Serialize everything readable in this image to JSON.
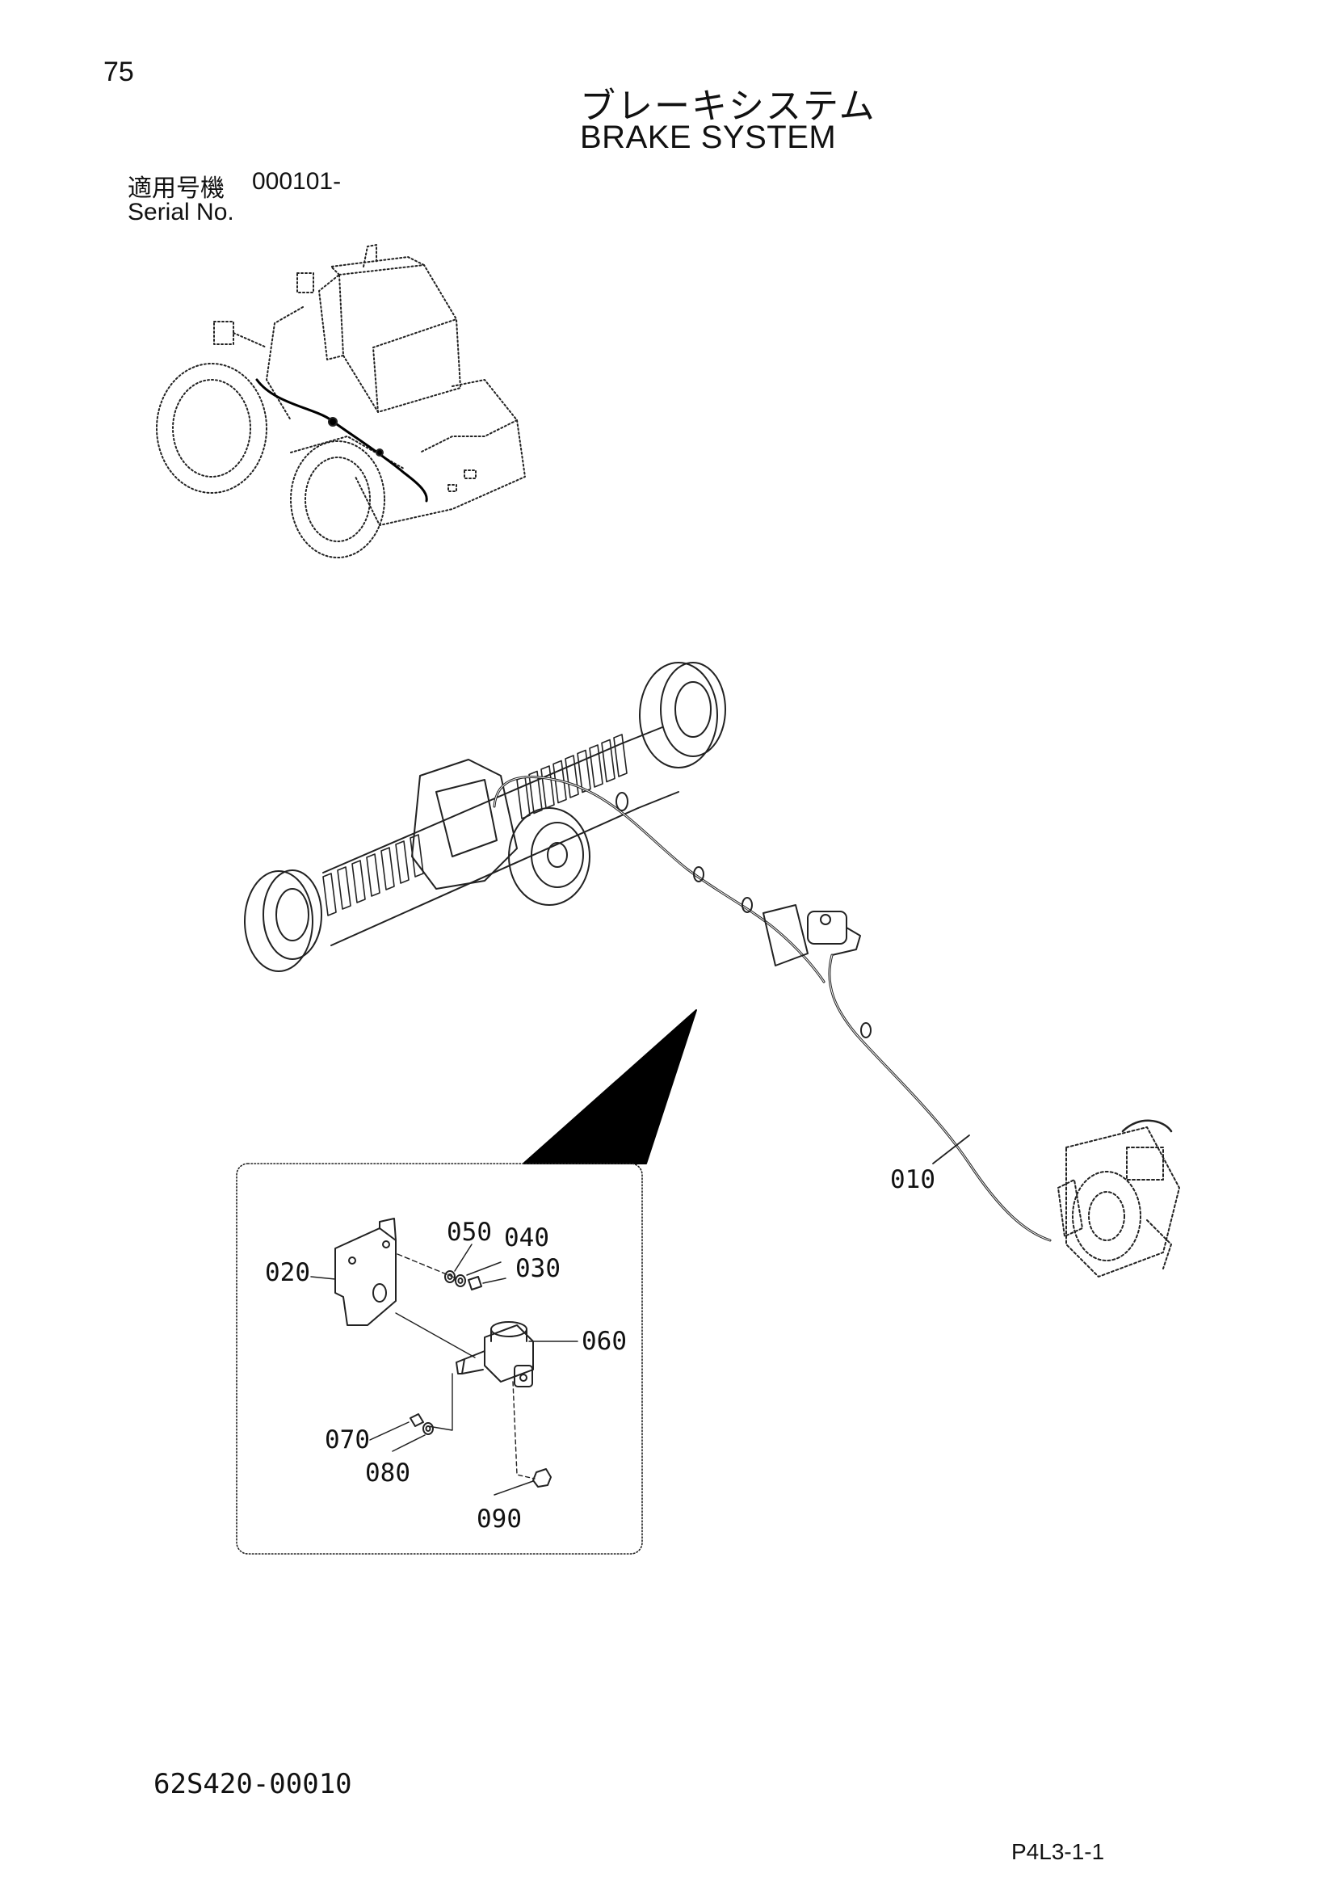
{
  "header": {
    "page_number": "75",
    "title_jp": "ブレーキシステム",
    "title_en": "BRAKE SYSTEM",
    "serial_label_jp": "適用号機",
    "serial_value": "000101-",
    "serial_label_en": "Serial No."
  },
  "callouts": {
    "c010": "010",
    "c020": "020",
    "c030": "030",
    "c040": "040",
    "c050": "050",
    "c060": "060",
    "c070": "070",
    "c080": "080",
    "c090": "090"
  },
  "footer": {
    "drawing_number": "62S420-00010",
    "page_code": "P4L3-1-1"
  }
}
